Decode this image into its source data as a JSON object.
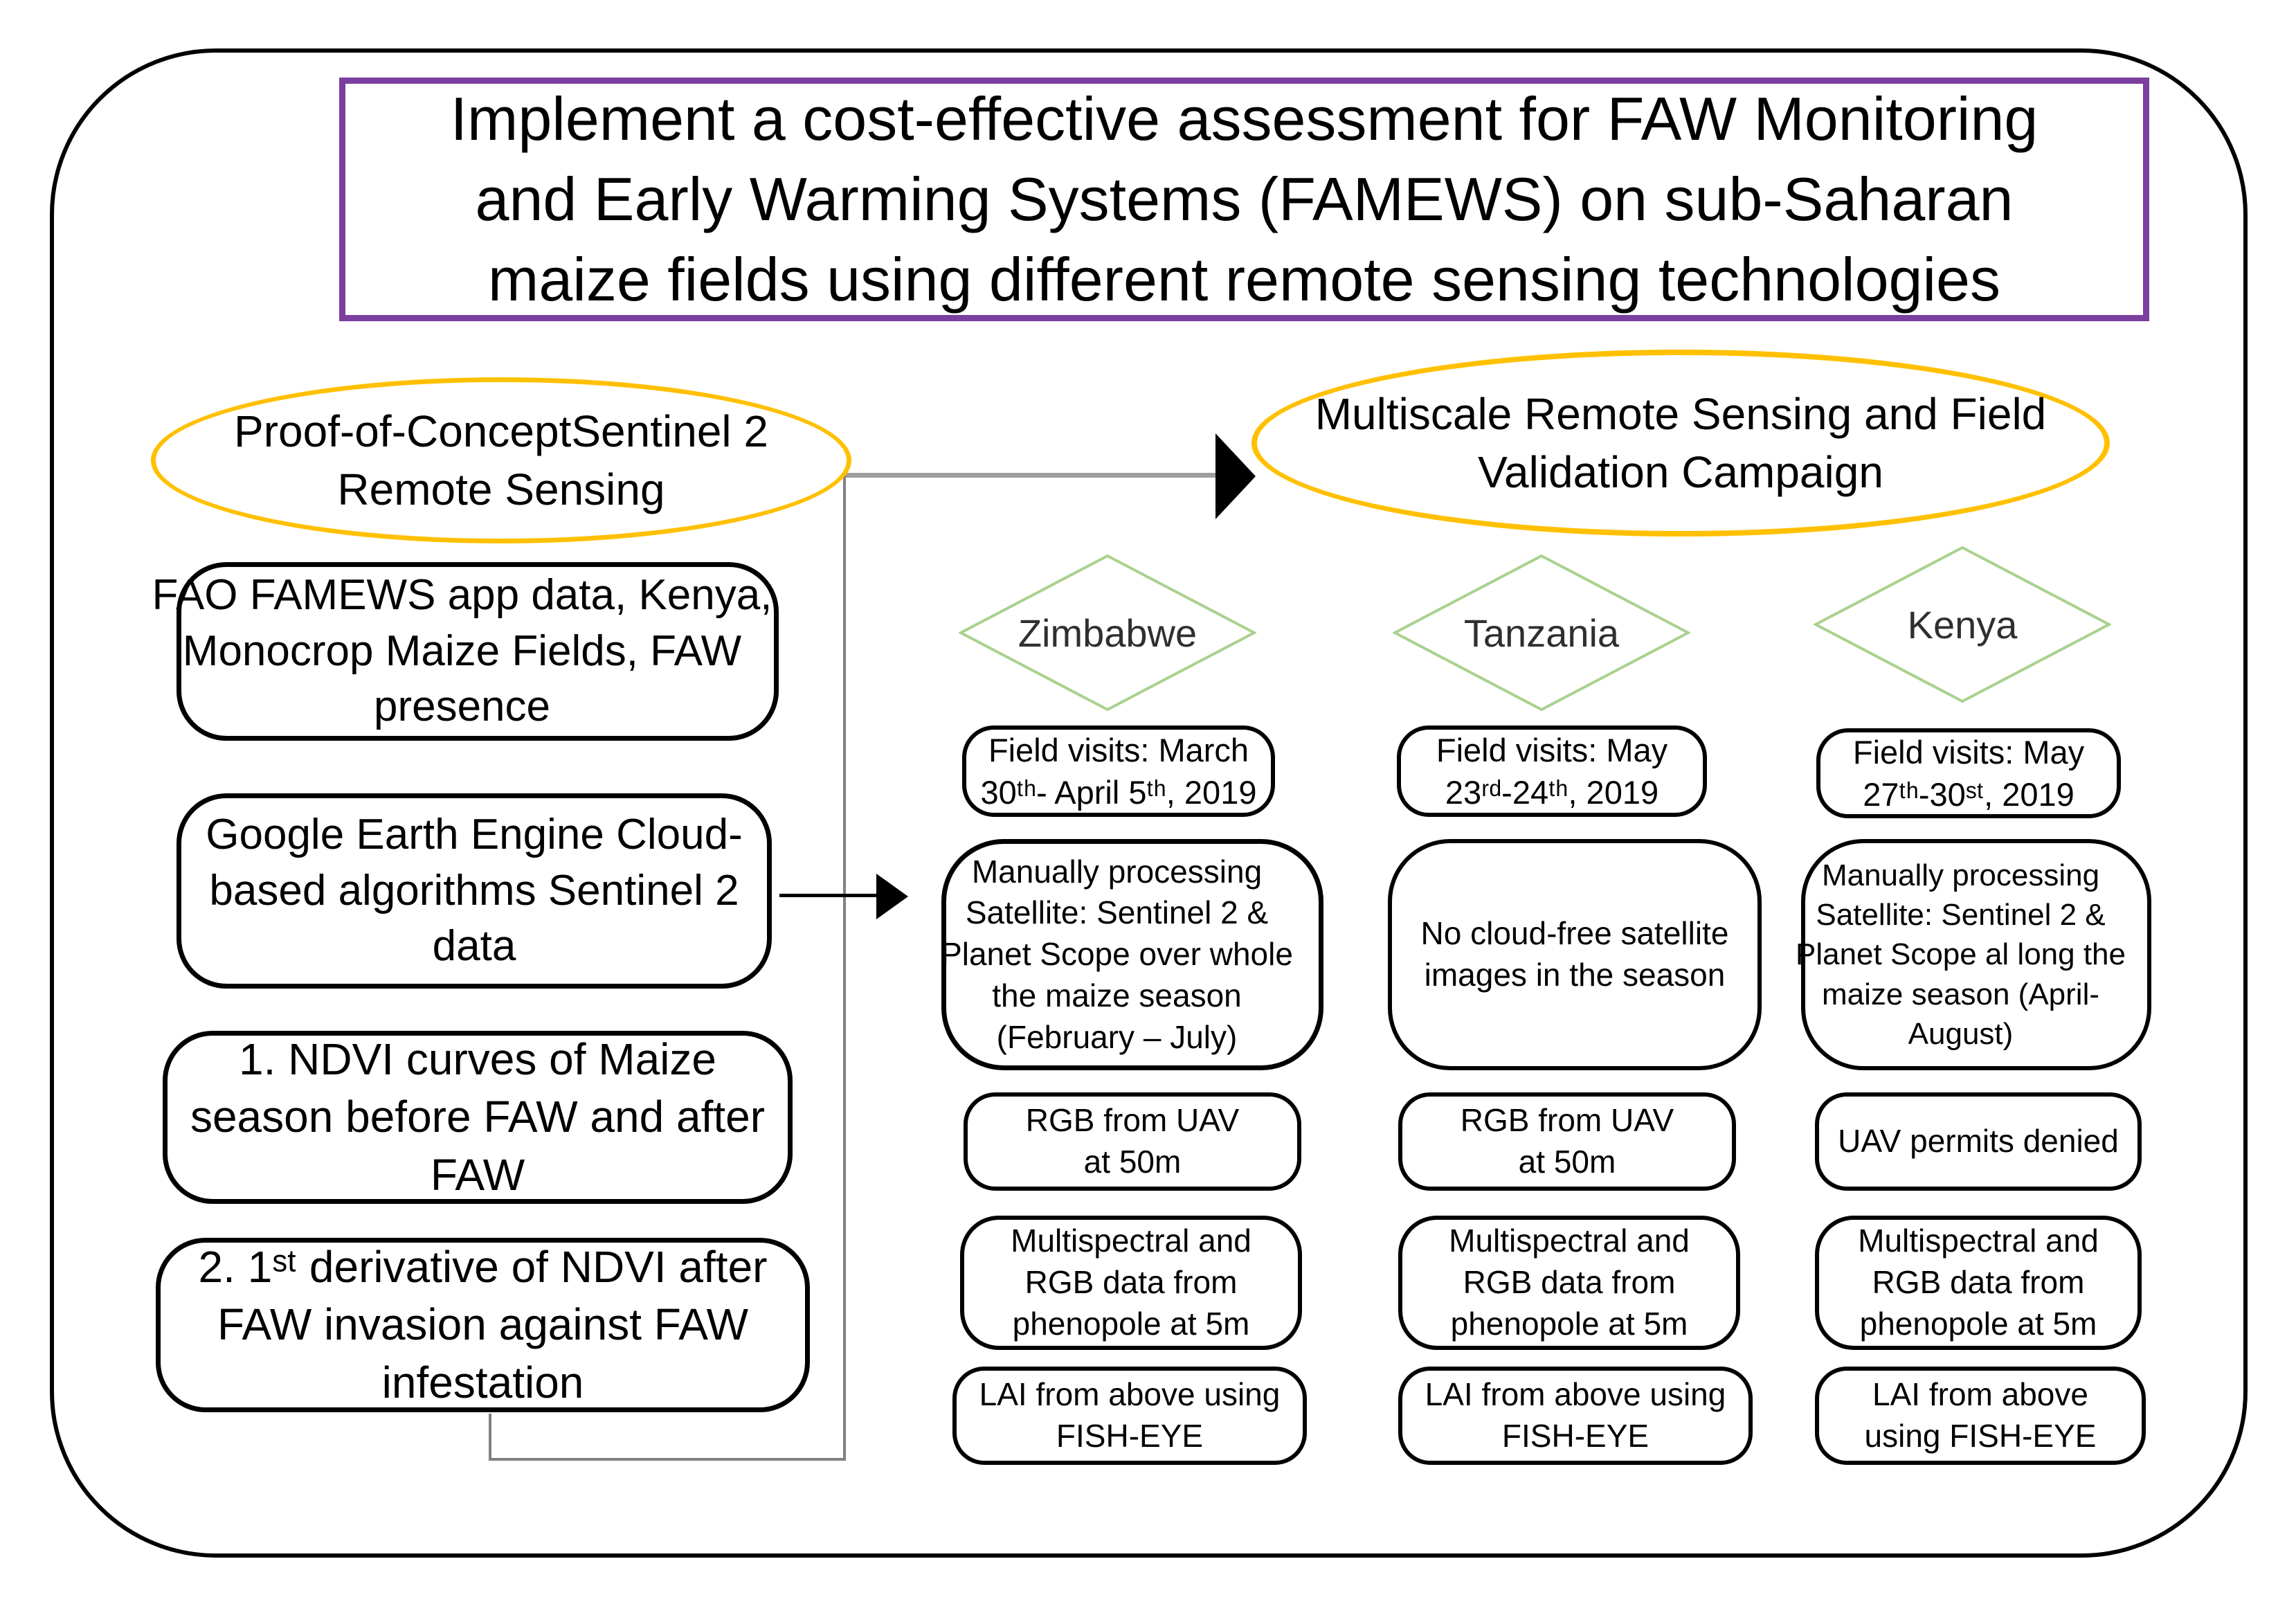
{
  "colors": {
    "frame_border": "#000000",
    "title_border": "#7b3f9f",
    "ellipse_stroke": "#ffc000",
    "diamond_stroke": "#a9d18e",
    "connector_gray": "#808080",
    "text": "#000000"
  },
  "title": {
    "text": "Implement a cost-effective assessment for FAW Monitoring and Early Warming Systems  (FAMEWS) on sub-Saharan maize fields using different remote sensing technologies"
  },
  "proof_of_concept": {
    "ellipse_label": "Proof-of-ConceptSentinel 2 Remote Sensing",
    "boxes": [
      {
        "text": "FAO FAMEWS app data, Kenya, Monocrop Maize Fields, FAW presence"
      },
      {
        "text": "Google Earth Engine Cloud-based algorithms Sentinel 2 data"
      },
      {
        "text": "1. NDVI curves of Maize season before FAW and after FAW"
      },
      {
        "text": "2. 1ˢᵗ derivative of NDVI after FAW invasion against FAW infestation"
      }
    ]
  },
  "campaign": {
    "ellipse_label": "Multiscale Remote Sensing and Field Validation Campaign",
    "columns": [
      {
        "country": "Zimbabwe",
        "field_visits": "Field visits: March 30ᵗʰ- April 5ᵗʰ, 2019",
        "satellite": "Manually processing Satellite: Sentinel 2 & Planet Scope over whole the maize season (February – July)",
        "uav": "RGB from UAV at 50m",
        "phenopole": "Multispectral and RGB data from phenopole at 5m",
        "lai": "LAI from above using FISH-EYE"
      },
      {
        "country": "Tanzania",
        "field_visits": "Field visits: May 23ʳᵈ-24ᵗʰ, 2019",
        "satellite": "No cloud-free satellite images in the season",
        "uav": "RGB from UAV at 50m",
        "phenopole": "Multispectral and RGB data from phenopole at 5m",
        "lai": "LAI from above using FISH-EYE"
      },
      {
        "country": "Kenya",
        "field_visits": "Field visits: May 27ᵗʰ-30ˢᵗ, 2019",
        "satellite": "Manually processing Satellite: Sentinel 2 & Planet Scope al long the maize season (April- August)",
        "uav": "UAV permits denied",
        "phenopole": "Multispectral and RGB data from phenopole at 5m",
        "lai": "LAI from above using FISH-EYE"
      }
    ]
  }
}
